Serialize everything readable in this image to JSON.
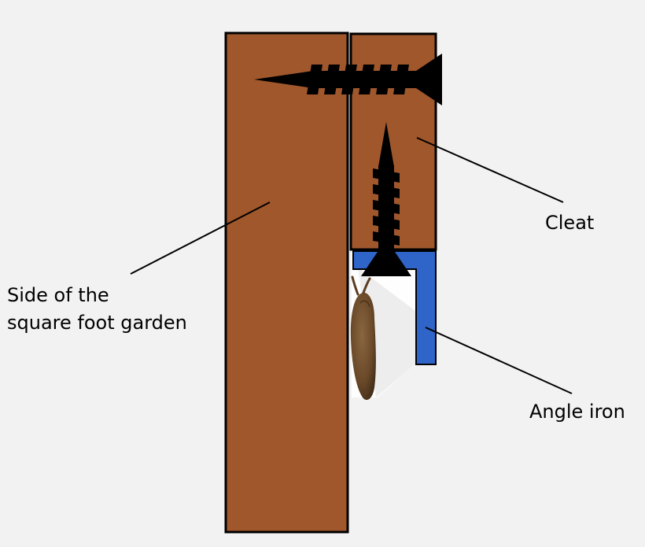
{
  "labels": {
    "side_line1": "Side of the",
    "side_line2": "square foot garden",
    "cleat": "Cleat",
    "angle_iron": "Angle iron"
  },
  "colors": {
    "background": "#f2f2f2",
    "wood": "#a0572c",
    "outline": "#000000",
    "angle_iron": "#2f64c8",
    "screw": "#000000",
    "slug": "#6b4a2a",
    "gap_highlight": "#ffffff"
  },
  "icons": {
    "top_screw": "screw-icon",
    "bottom_screw": "screw-icon",
    "slug": "slug-icon"
  }
}
